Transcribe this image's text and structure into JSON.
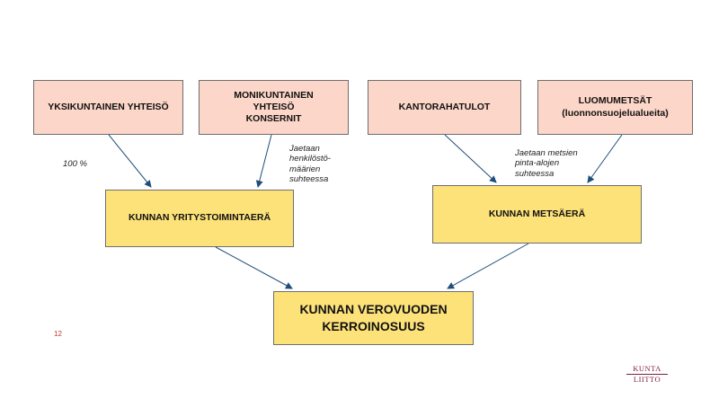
{
  "boxes": {
    "yksikuntainen": "YKSIKUNTAINEN YHTEISÖ",
    "monikuntainen_l1": "MONIKUNTAINEN",
    "monikuntainen_l2": "YHTEISÖ",
    "monikuntainen_l3": "KONSERNIT",
    "kantorahatulot": "KANTORAHATULOT",
    "luomumetsat_l1": "LUOMUMETSÄT",
    "luomumetsat_l2": "(luonnonsuojelualueita)",
    "yritystoimintaera": "KUNNAN YRITYSTOIMINTAERÄ",
    "metsaera": "KUNNAN METSÄERÄ",
    "verovuoden_l1": "KUNNAN VEROVUODEN",
    "verovuoden_l2": "KERROINOSUUS"
  },
  "notes": {
    "percent": "100 %",
    "henkilosto_l1": "Jaetaan",
    "henkilosto_l2": "henkilöstö-",
    "henkilosto_l3": "määrien",
    "henkilosto_l4": "suhteessa",
    "pinta_l1": "Jaetaan metsien",
    "pinta_l2": "pinta-alojen",
    "pinta_l3": "suhteessa"
  },
  "page_number": "12",
  "logo": {
    "top": "KUNTA",
    "bottom": "LIITTO"
  },
  "colors": {
    "top_box_fill": "#fcd6c8",
    "yellow_box_fill": "#fde27a",
    "arrow": "#1f4e79",
    "page_number": "#c0392b",
    "logo": "#7a1f3d"
  }
}
